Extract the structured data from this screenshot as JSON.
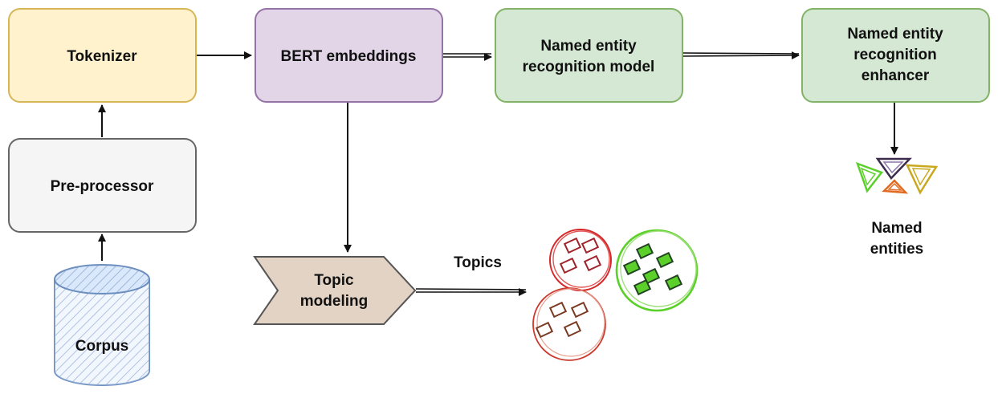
{
  "nodes": {
    "tokenizer": {
      "label": "Tokenizer"
    },
    "preprocessor": {
      "label": "Pre-processor"
    },
    "corpus": {
      "label": "Corpus"
    },
    "bert": {
      "label": "BERT embeddings"
    },
    "ner_model": {
      "line1": "Named entity",
      "line2": "recognition model"
    },
    "ner_enhancer": {
      "line1": "Named entity",
      "line2": "recognition",
      "line3": "enhancer"
    },
    "topic_modeling": {
      "line1": "Topic",
      "line2": "modeling"
    }
  },
  "outputs": {
    "topics": {
      "label": "Topics"
    },
    "named_entities": {
      "line1": "Named",
      "line2": "entities"
    }
  },
  "colors": {
    "tokenizer_fill": "#fff2cc",
    "tokenizer_stroke": "#d6b656",
    "preprocessor_fill": "#f5f5f5",
    "preprocessor_stroke": "#666666",
    "bert_fill": "#e1d5e7",
    "bert_stroke": "#9673a6",
    "ner_fill": "#d5e8d4",
    "ner_stroke": "#82b366",
    "topic_fill": "#e3d3c4",
    "topic_stroke": "#555555",
    "corpus_fill": "#dae8fc",
    "corpus_stroke": "#6c8ebf",
    "cluster_red": "#d62728",
    "cluster_green": "#5cd02a",
    "cluster_brown": "#8b3a1e"
  }
}
